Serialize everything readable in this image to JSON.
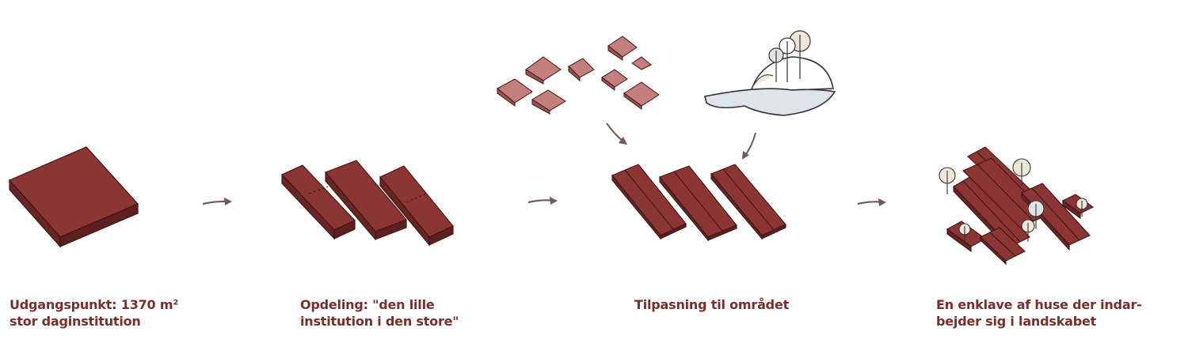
{
  "colors": {
    "roof_top": "#8c3535",
    "roof_side": "#6a2424",
    "roof_edge": "#3f1414",
    "small_house_top": "#c27f7c",
    "small_house_side": "#9b5350",
    "caption": "#7a2e2a",
    "arrow": "#6e5a57",
    "water": "#dde5ea",
    "hill": "#ffffff",
    "tree_fill": "#ece7d8",
    "line": "#3a2f35"
  },
  "steps": [
    {
      "id": "step-1",
      "lines": [
        "Udgangspunkt: 1370 m²",
        "stor daginstitution"
      ]
    },
    {
      "id": "step-2",
      "lines": [
        "Opdeling: \"den lille",
        "institution i den store\""
      ]
    },
    {
      "id": "step-3",
      "lines": [
        "Tilpasning til området"
      ]
    },
    {
      "id": "step-4",
      "lines": [
        "En enklave af huse der indar-",
        "bejder sig i landskabet"
      ]
    }
  ],
  "icons": {
    "step_arrow": "arrow-right-icon",
    "houses": "small-houses-icon",
    "landscape": "landscape-icon",
    "tree": "tree-icon"
  }
}
